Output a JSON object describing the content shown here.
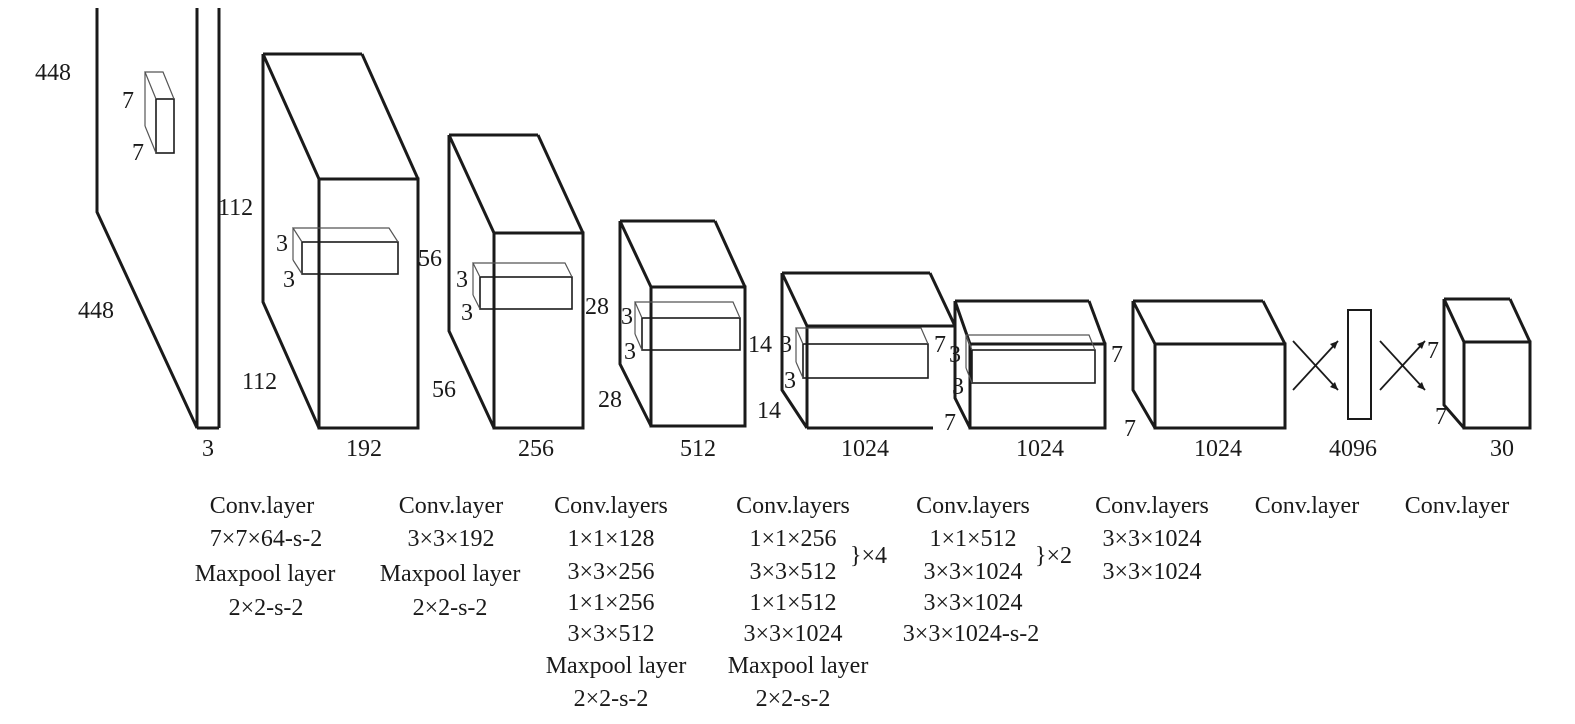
{
  "input": {
    "height": "448",
    "width": "448",
    "channels": "3",
    "kernel_h": "7",
    "kernel_w": "7"
  },
  "blocks": [
    {
      "size_top": "112",
      "size_bottom": "112",
      "kernel_h": "3",
      "kernel_w": "3",
      "channels": "192"
    },
    {
      "size_top": "56",
      "size_bottom": "56",
      "kernel_h": "3",
      "kernel_w": "3",
      "channels": "256"
    },
    {
      "size_top": "28",
      "size_bottom": "28",
      "kernel_h": "3",
      "kernel_w": "3",
      "channels": "512"
    },
    {
      "size_top": "14",
      "size_bottom": "14",
      "kernel_h": "3",
      "kernel_w": "3",
      "channels": "1024"
    },
    {
      "size_top": "7",
      "size_bottom": "7",
      "kernel_h": "3",
      "kernel_w": "3",
      "channels": "1024"
    },
    {
      "size_top": "7",
      "size_bottom": "7",
      "channels": "1024"
    }
  ],
  "fc": {
    "channels": "4096"
  },
  "output": {
    "size_top": "7",
    "size_bottom": "7",
    "channels": "30"
  },
  "captions": [
    {
      "lines": [
        "Conv.layer",
        "7×7×64-s-2",
        "Maxpool layer",
        "2×2-s-2"
      ]
    },
    {
      "lines": [
        "Conv.layer",
        "3×3×192",
        "Maxpool layer",
        "2×2-s-2"
      ]
    },
    {
      "lines": [
        "Conv.layers",
        "1×1×128",
        "3×3×256",
        "1×1×256",
        "3×3×512",
        "Maxpool layer",
        "2×2-s-2"
      ]
    },
    {
      "lines": [
        "Conv.layers",
        "1×1×256",
        "3×3×512",
        "1×1×512",
        "3×3×1024",
        "Maxpool layer",
        "2×2-s-2"
      ],
      "repeat": "}×4"
    },
    {
      "lines": [
        "Conv.layers",
        "1×1×512",
        "3×3×1024",
        "3×3×1024",
        "3×3×1024-s-2"
      ],
      "repeat": "}×2"
    },
    {
      "lines": [
        "Conv.layers",
        "3×3×1024",
        "3×3×1024"
      ]
    },
    {
      "lines": [
        "Conv.layer"
      ]
    },
    {
      "lines": [
        "Conv.layer"
      ]
    }
  ]
}
